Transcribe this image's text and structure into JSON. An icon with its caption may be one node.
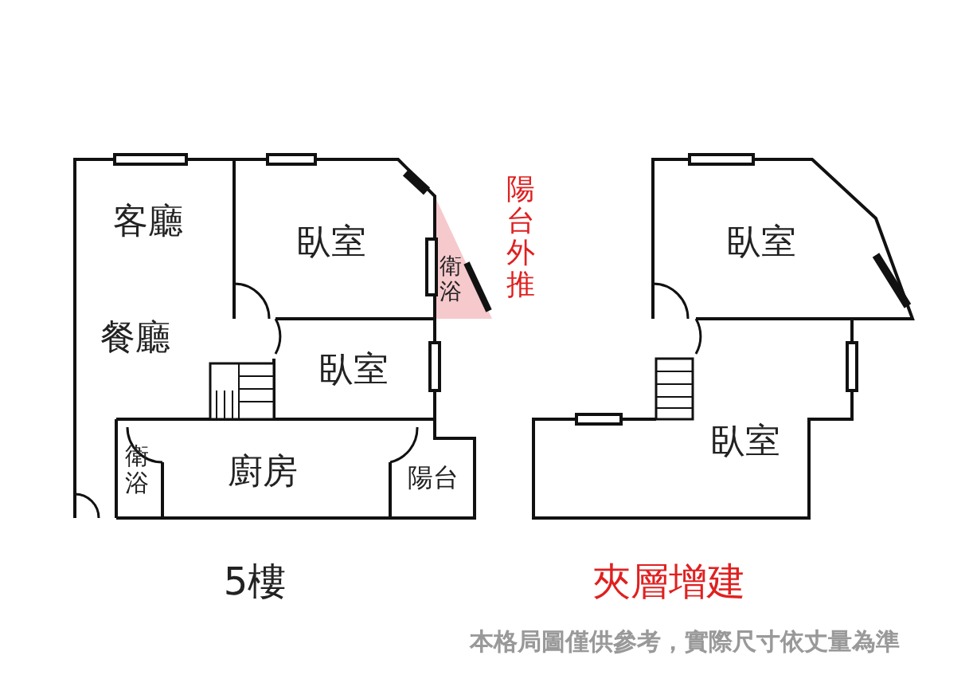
{
  "diagram": {
    "labels": [
      "客廳",
      "臥室",
      "陽台外推",
      "臥室",
      "衛浴",
      "餐廳",
      "臥室",
      "臥室",
      "衛浴",
      "廚房",
      "陽台",
      "5樓",
      "夾層增建",
      "本格局圖僅供參考，實際尺寸依丈量為準"
    ]
  }
}
